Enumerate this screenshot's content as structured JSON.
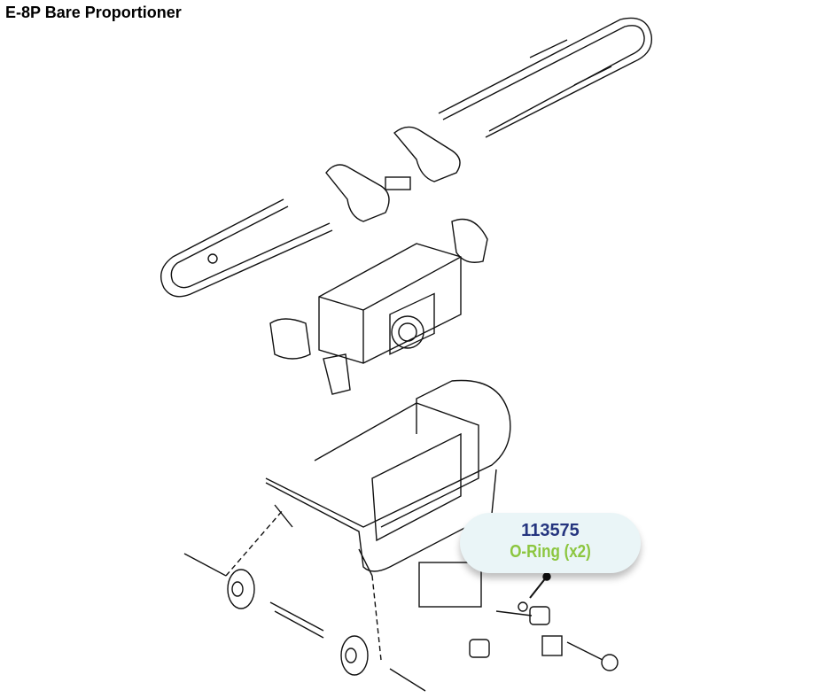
{
  "title": "E-8P Bare Proportioner",
  "callout": {
    "part_number": "113575",
    "description": "O-Ring (x2)"
  },
  "colors": {
    "part_number": "#25357f",
    "description": "#8cc63f",
    "callout_bg": "#eaf5f7"
  }
}
